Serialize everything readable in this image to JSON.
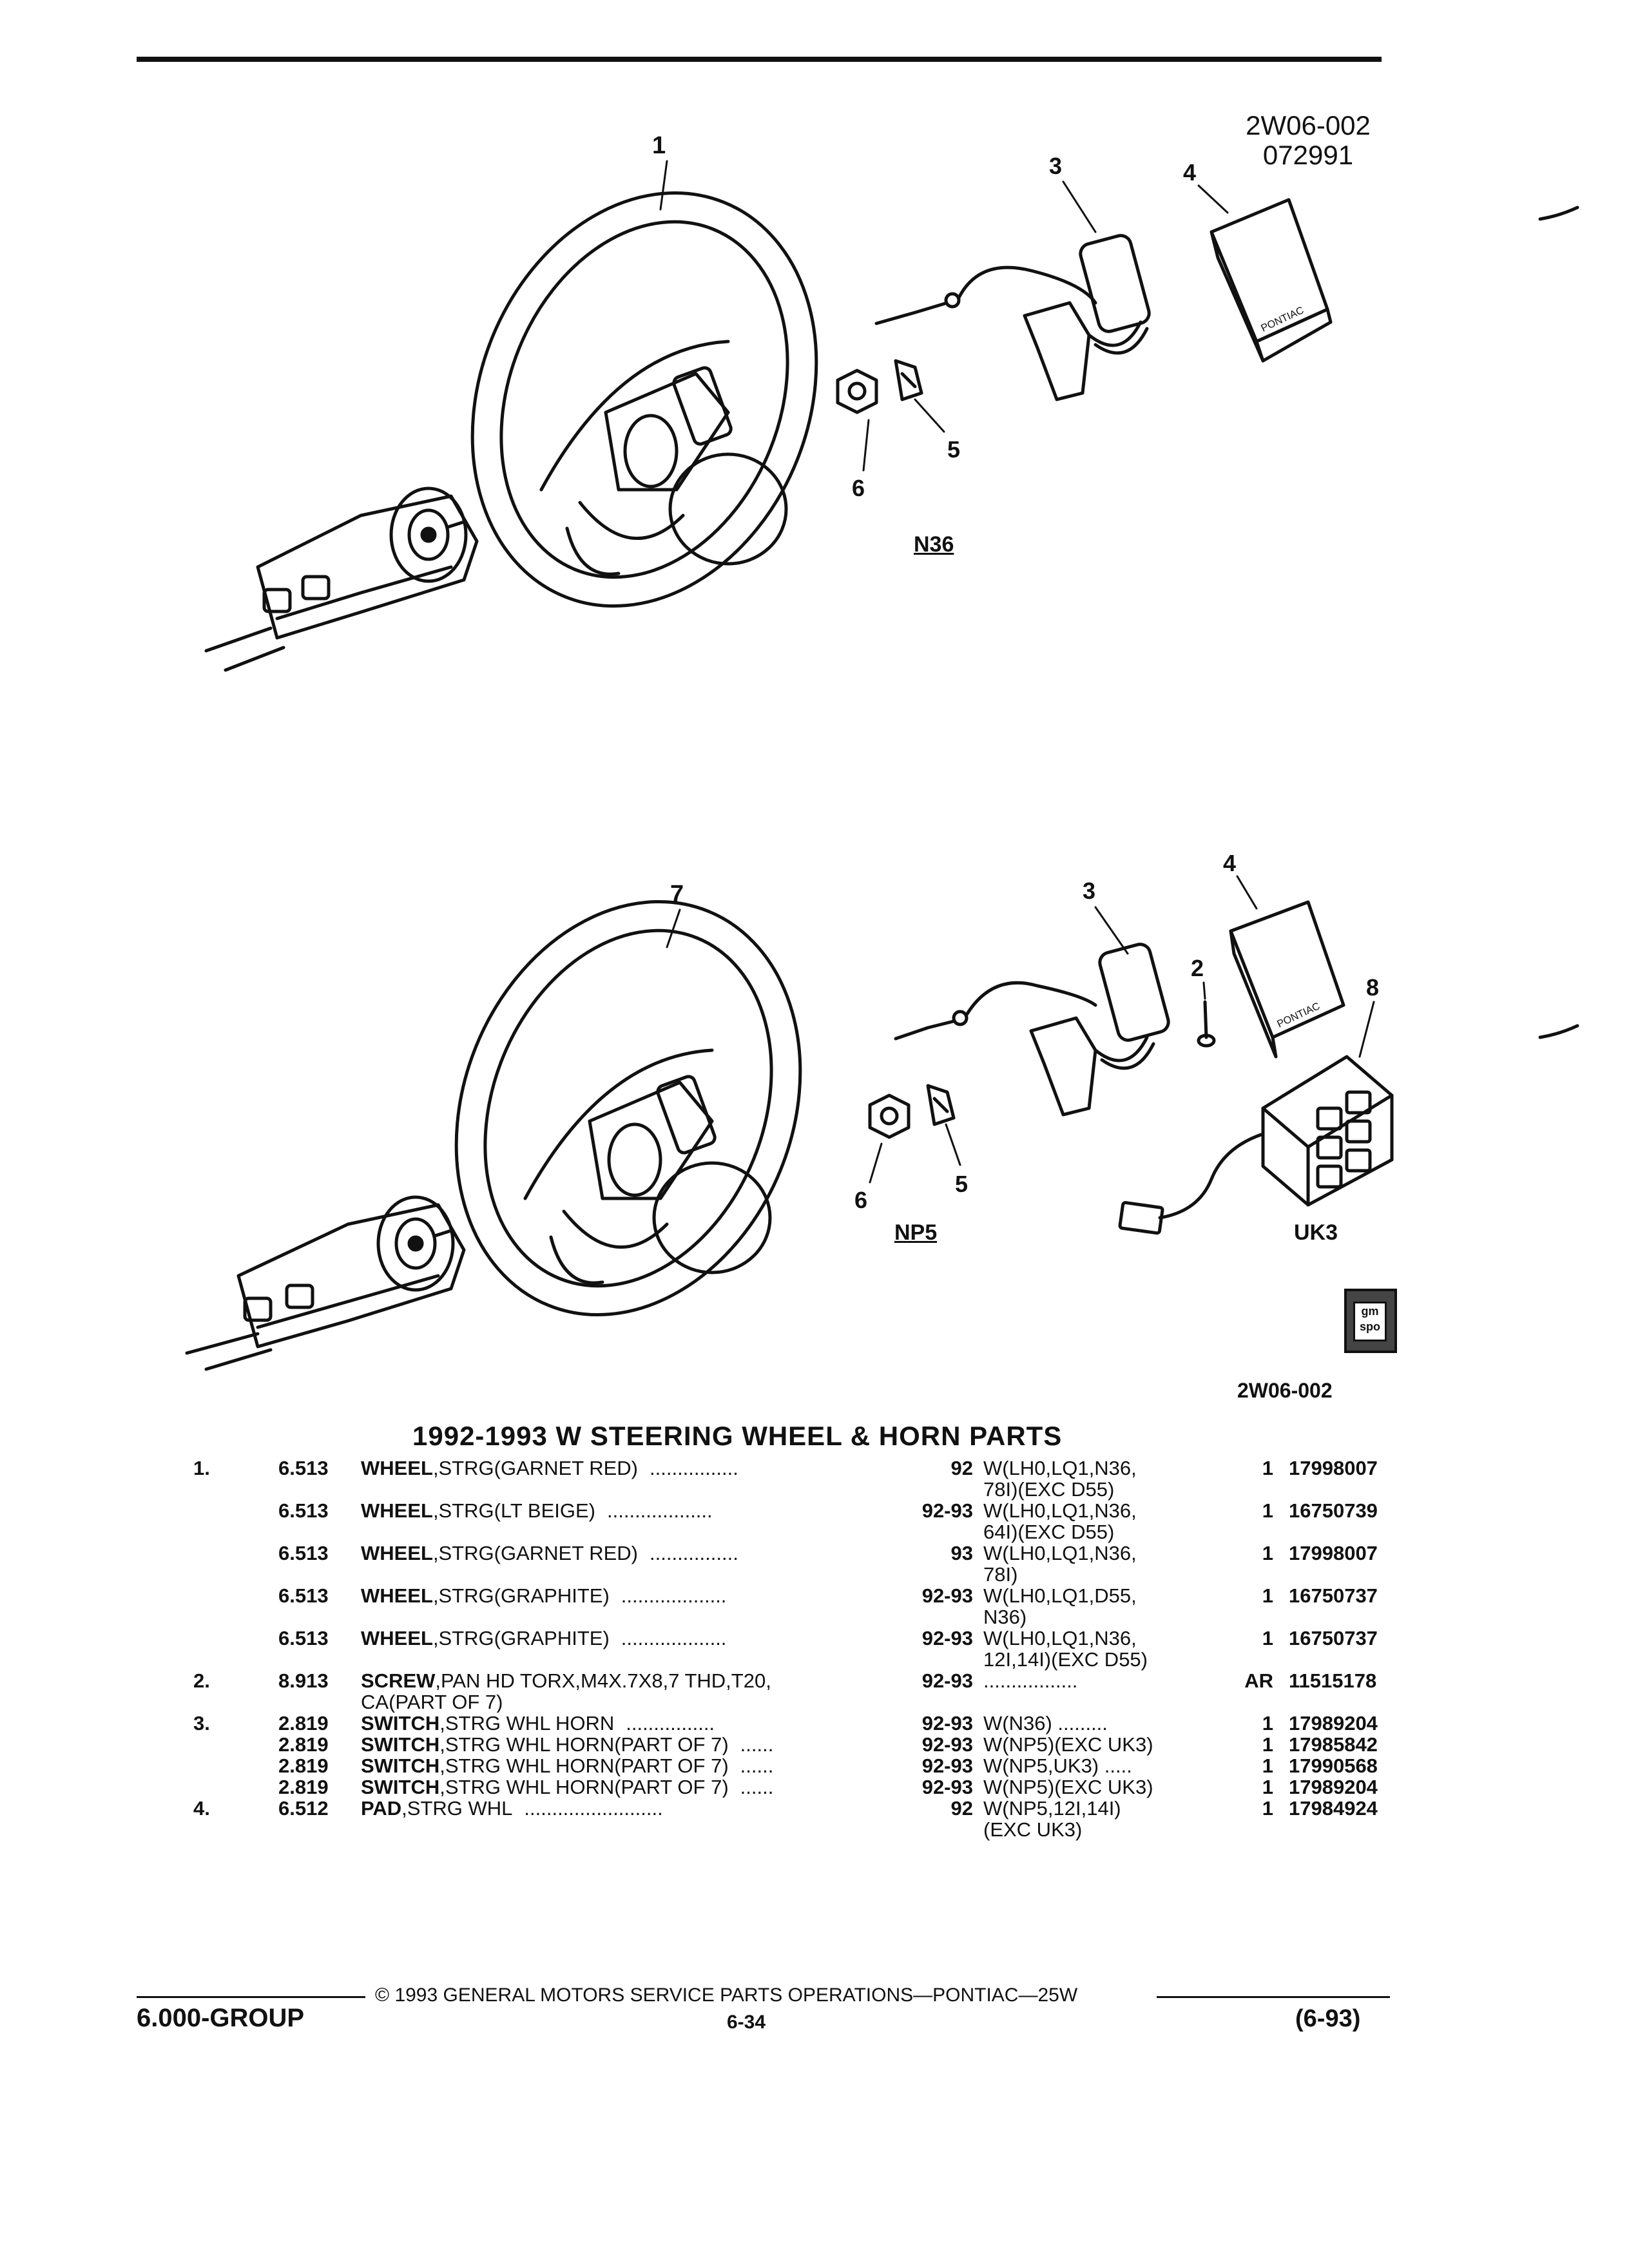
{
  "diagram": {
    "ref_code": "2W06-002",
    "ref_date": "072991",
    "bottom_code": "2W06-002",
    "variant_top": "N36",
    "variant_bottom": "NP5",
    "option_label": "UK3",
    "callouts_top": [
      "1",
      "3",
      "4",
      "5",
      "6"
    ],
    "callouts_bottom": [
      "7",
      "3",
      "4",
      "2",
      "8",
      "5",
      "6"
    ],
    "logo_text": "gm spo"
  },
  "title": "1992-1993 W STEERING WHEEL & HORN PARTS",
  "rows": [
    {
      "item": "1.",
      "group": "6.513",
      "name": "WHEEL",
      "desc": ",STRG(GARNET RED)",
      "desc2": "",
      "dots": "................",
      "year": "92",
      "usage": "W(LH0,LQ1,N36,",
      "usage2": "78I)(EXC D55)",
      "qty": "1",
      "part": "17998007"
    },
    {
      "item": "",
      "group": "6.513",
      "name": "WHEEL",
      "desc": ",STRG(LT BEIGE)",
      "desc2": "",
      "dots": "...................",
      "year": "92-93",
      "usage": "W(LH0,LQ1,N36,",
      "usage2": "64I)(EXC D55)",
      "qty": "1",
      "part": "16750739"
    },
    {
      "item": "",
      "group": "6.513",
      "name": "WHEEL",
      "desc": ",STRG(GARNET RED)",
      "desc2": "",
      "dots": "................",
      "year": "93",
      "usage": "W(LH0,LQ1,N36,",
      "usage2": "78I)",
      "qty": "1",
      "part": "17998007"
    },
    {
      "item": "",
      "group": "6.513",
      "name": "WHEEL",
      "desc": ",STRG(GRAPHITE)",
      "desc2": "",
      "dots": "...................",
      "year": "92-93",
      "usage": "W(LH0,LQ1,D55,",
      "usage2": "N36)",
      "qty": "1",
      "part": "16750737"
    },
    {
      "item": "",
      "group": "6.513",
      "name": "WHEEL",
      "desc": ",STRG(GRAPHITE)",
      "desc2": "",
      "dots": "...................",
      "year": "92-93",
      "usage": "W(LH0,LQ1,N36,",
      "usage2": "12I,14I)(EXC D55)",
      "qty": "1",
      "part": "16750737"
    },
    {
      "item": "2.",
      "group": "8.913",
      "name": "SCREW",
      "desc": ",PAN HD TORX,M4X.7X8,7 THD,T20,",
      "desc2": "CA(PART OF 7)",
      "dots": "",
      "year": "92-93",
      "usage": ".................",
      "usage2": "",
      "qty": "AR",
      "part": "11515178"
    },
    {
      "item": "3.",
      "group": "2.819",
      "name": "SWITCH",
      "desc": ",STRG WHL HORN",
      "desc2": "",
      "dots": "................",
      "year": "92-93",
      "usage": "W(N36)  .........",
      "usage2": "",
      "qty": "1",
      "part": "17989204"
    },
    {
      "item": "",
      "group": "2.819",
      "name": "SWITCH",
      "desc": ",STRG WHL HORN(PART OF 7)",
      "desc2": "",
      "dots": "......",
      "year": "92-93",
      "usage": "W(NP5)(EXC UK3)",
      "usage2": "",
      "qty": "1",
      "part": "17985842"
    },
    {
      "item": "",
      "group": "2.819",
      "name": "SWITCH",
      "desc": ",STRG WHL HORN(PART OF 7)",
      "desc2": "",
      "dots": "......",
      "year": "92-93",
      "usage": "W(NP5,UK3)  .....",
      "usage2": "",
      "qty": "1",
      "part": "17990568"
    },
    {
      "item": "",
      "group": "2.819",
      "name": "SWITCH",
      "desc": ",STRG WHL HORN(PART OF 7)",
      "desc2": "",
      "dots": "......",
      "year": "92-93",
      "usage": "W(NP5)(EXC UK3)",
      "usage2": "",
      "qty": "1",
      "part": "17989204"
    },
    {
      "item": "4.",
      "group": "6.512",
      "name": "PAD",
      "desc": ",STRG WHL",
      "desc2": "",
      "dots": ".........................",
      "year": "92",
      "usage": "W(NP5,12I,14I)",
      "usage2": "(EXC UK3)",
      "qty": "1",
      "part": "17984924"
    }
  ],
  "footer": {
    "copyright": "© 1993 GENERAL MOTORS SERVICE PARTS OPERATIONS—PONTIAC—25W",
    "group": "6.000-GROUP",
    "page": "6-34",
    "date": "(6-93)"
  }
}
